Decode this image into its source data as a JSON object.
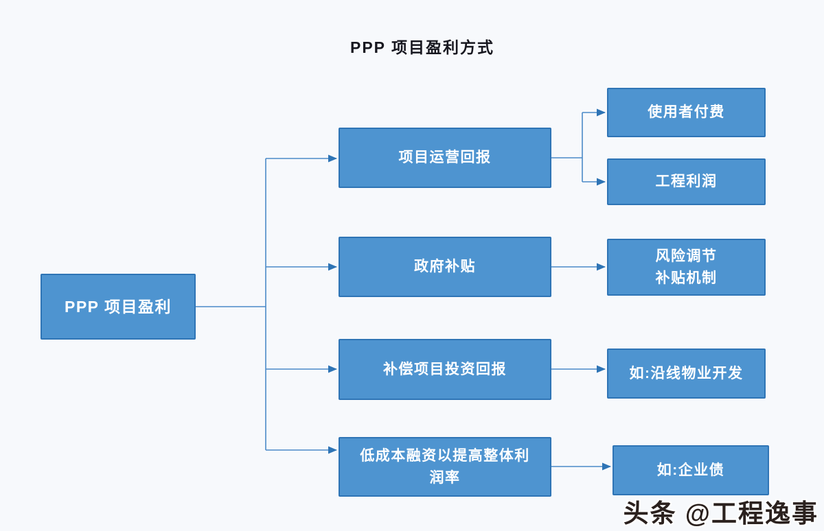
{
  "title": "PPP 项目盈利方式",
  "watermark": "头条 @工程逸事",
  "colors": {
    "background": "#f7f9fc",
    "box_fill": "#4e94d0",
    "box_border": "#2e74b5",
    "connector": "#4a89c8",
    "arrowhead": "#2e74b5",
    "box_text": "#ffffff",
    "title_text": "#17171f",
    "watermark_text": "#2b211e"
  },
  "diagram": {
    "root": {
      "label": "PPP 项目盈利"
    },
    "level2": [
      {
        "label": "项目运营回报"
      },
      {
        "label": "政府补贴"
      },
      {
        "label": "补偿项目投资回报"
      },
      {
        "label": "低成本融资以提高整体利\n润率"
      }
    ],
    "level3": [
      {
        "label": "使用者付费"
      },
      {
        "label": "工程利润"
      },
      {
        "label": "风险调节\n补贴机制"
      },
      {
        "label": "如:沿线物业开发"
      },
      {
        "label": "如:企业债"
      }
    ]
  }
}
